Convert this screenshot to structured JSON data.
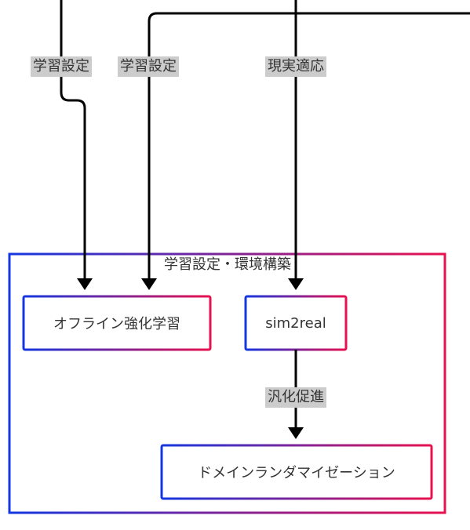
{
  "colors": {
    "edge": "#000000",
    "edge_label_bg": "#cccccc",
    "text": "#333333",
    "gradient_start": "#1437e0",
    "gradient_end": "#e8114f"
  },
  "group": {
    "label": "学習設定・環境構築"
  },
  "nodes": {
    "offline_rl": "オフライン強化学習",
    "sim2real": "sim2real",
    "domain_randomization": "ドメインランダマイゼーション"
  },
  "edges": {
    "label_1": "学習設定",
    "label_2": "学習設定",
    "label_3": "現実適応",
    "label_4": "汎化促進"
  }
}
